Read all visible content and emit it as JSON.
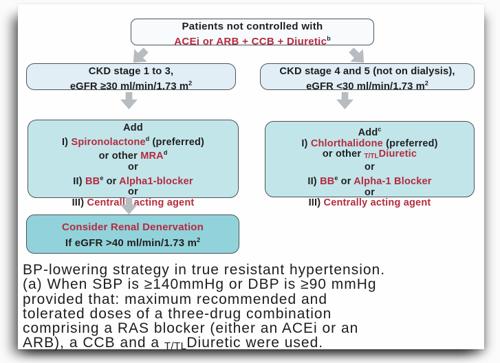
{
  "palette": {
    "red": "#b42b3e",
    "black": "#1e1e1e",
    "arrow": "#b7bcc1",
    "box_border": "#4d5156",
    "top_box_bg": "#f8fbfd",
    "ckd_box_bg": "#e1eef6",
    "add_box_bg": "#c2e5ea",
    "renal_box_bg": "#92d2db"
  },
  "flowchart": {
    "top_box": {
      "line1": "Patients not controlled with",
      "line2_main": "ACEi or ARB + CCB + Diuretic",
      "line2_sup": "b"
    },
    "left_ckd_box": {
      "line1": "CKD stage 1 to 3,",
      "line2_main": "eGFR ≥30 ml/min/1.73 m",
      "line2_sup": "2"
    },
    "right_ckd_box": {
      "line1": "CKD stage 4 and 5 (not on dialysis),",
      "line2_main": "eGFR <30 ml/min/1.73 m",
      "line2_sup": "2"
    },
    "left_add_box": {
      "title": "Add",
      "item1_prefix": "I) ",
      "item1_drug": "Spironolactone",
      "item1_sup": "d",
      "item1_suffix": " (preferred)",
      "item1b_prefix": "or other ",
      "item1b_drug": "MRA",
      "item1b_sup": "d",
      "or1": "or",
      "item2_prefix": "II) ",
      "item2_drug1": "BB",
      "item2_sup": "e",
      "item2_mid": " or ",
      "item2_drug2": "Alpha1-blocker",
      "or2": "or",
      "item3_prefix": "III) ",
      "item3_drug": "Centrally acting agent"
    },
    "right_add_box": {
      "title": "Add",
      "title_sup": "c",
      "item1_prefix": "I) ",
      "item1_drug": "Chlorthalidone",
      "item1_suffix": " (preferred)",
      "item1b_prefix": "or other ",
      "item1b_sub": "T/TL",
      "item1b_drug": "Diuretic",
      "or1": "or",
      "item2_prefix": "II) ",
      "item2_drug1": "BB",
      "item2_sup": "e",
      "item2_mid": " or ",
      "item2_drug2": "Alpha-1 Blocker",
      "or2": "or",
      "item3_prefix": "III) ",
      "item3_drug": "Centrally acting agent"
    },
    "renal_box": {
      "line1": "Consider Renal Denervation",
      "line2_main": "If eGFR >40 ml/min/1.73 m",
      "line2_sup": "2"
    }
  },
  "caption": {
    "line1": "BP-lowering strategy in true resistant hypertension.",
    "line2": "(a) When SBP is ≥140mmHg or DBP is ≥90 mmHg",
    "line3": "provided that: maximum recommended and",
    "line4": "tolerated doses of a three-drug combination",
    "line5": "comprising a RAS blocker (either an ACEi or an",
    "line6_pre": "ARB), a CCB and a ",
    "line6_sub": "T/TL",
    "line6_post": "Diuretic were used."
  }
}
